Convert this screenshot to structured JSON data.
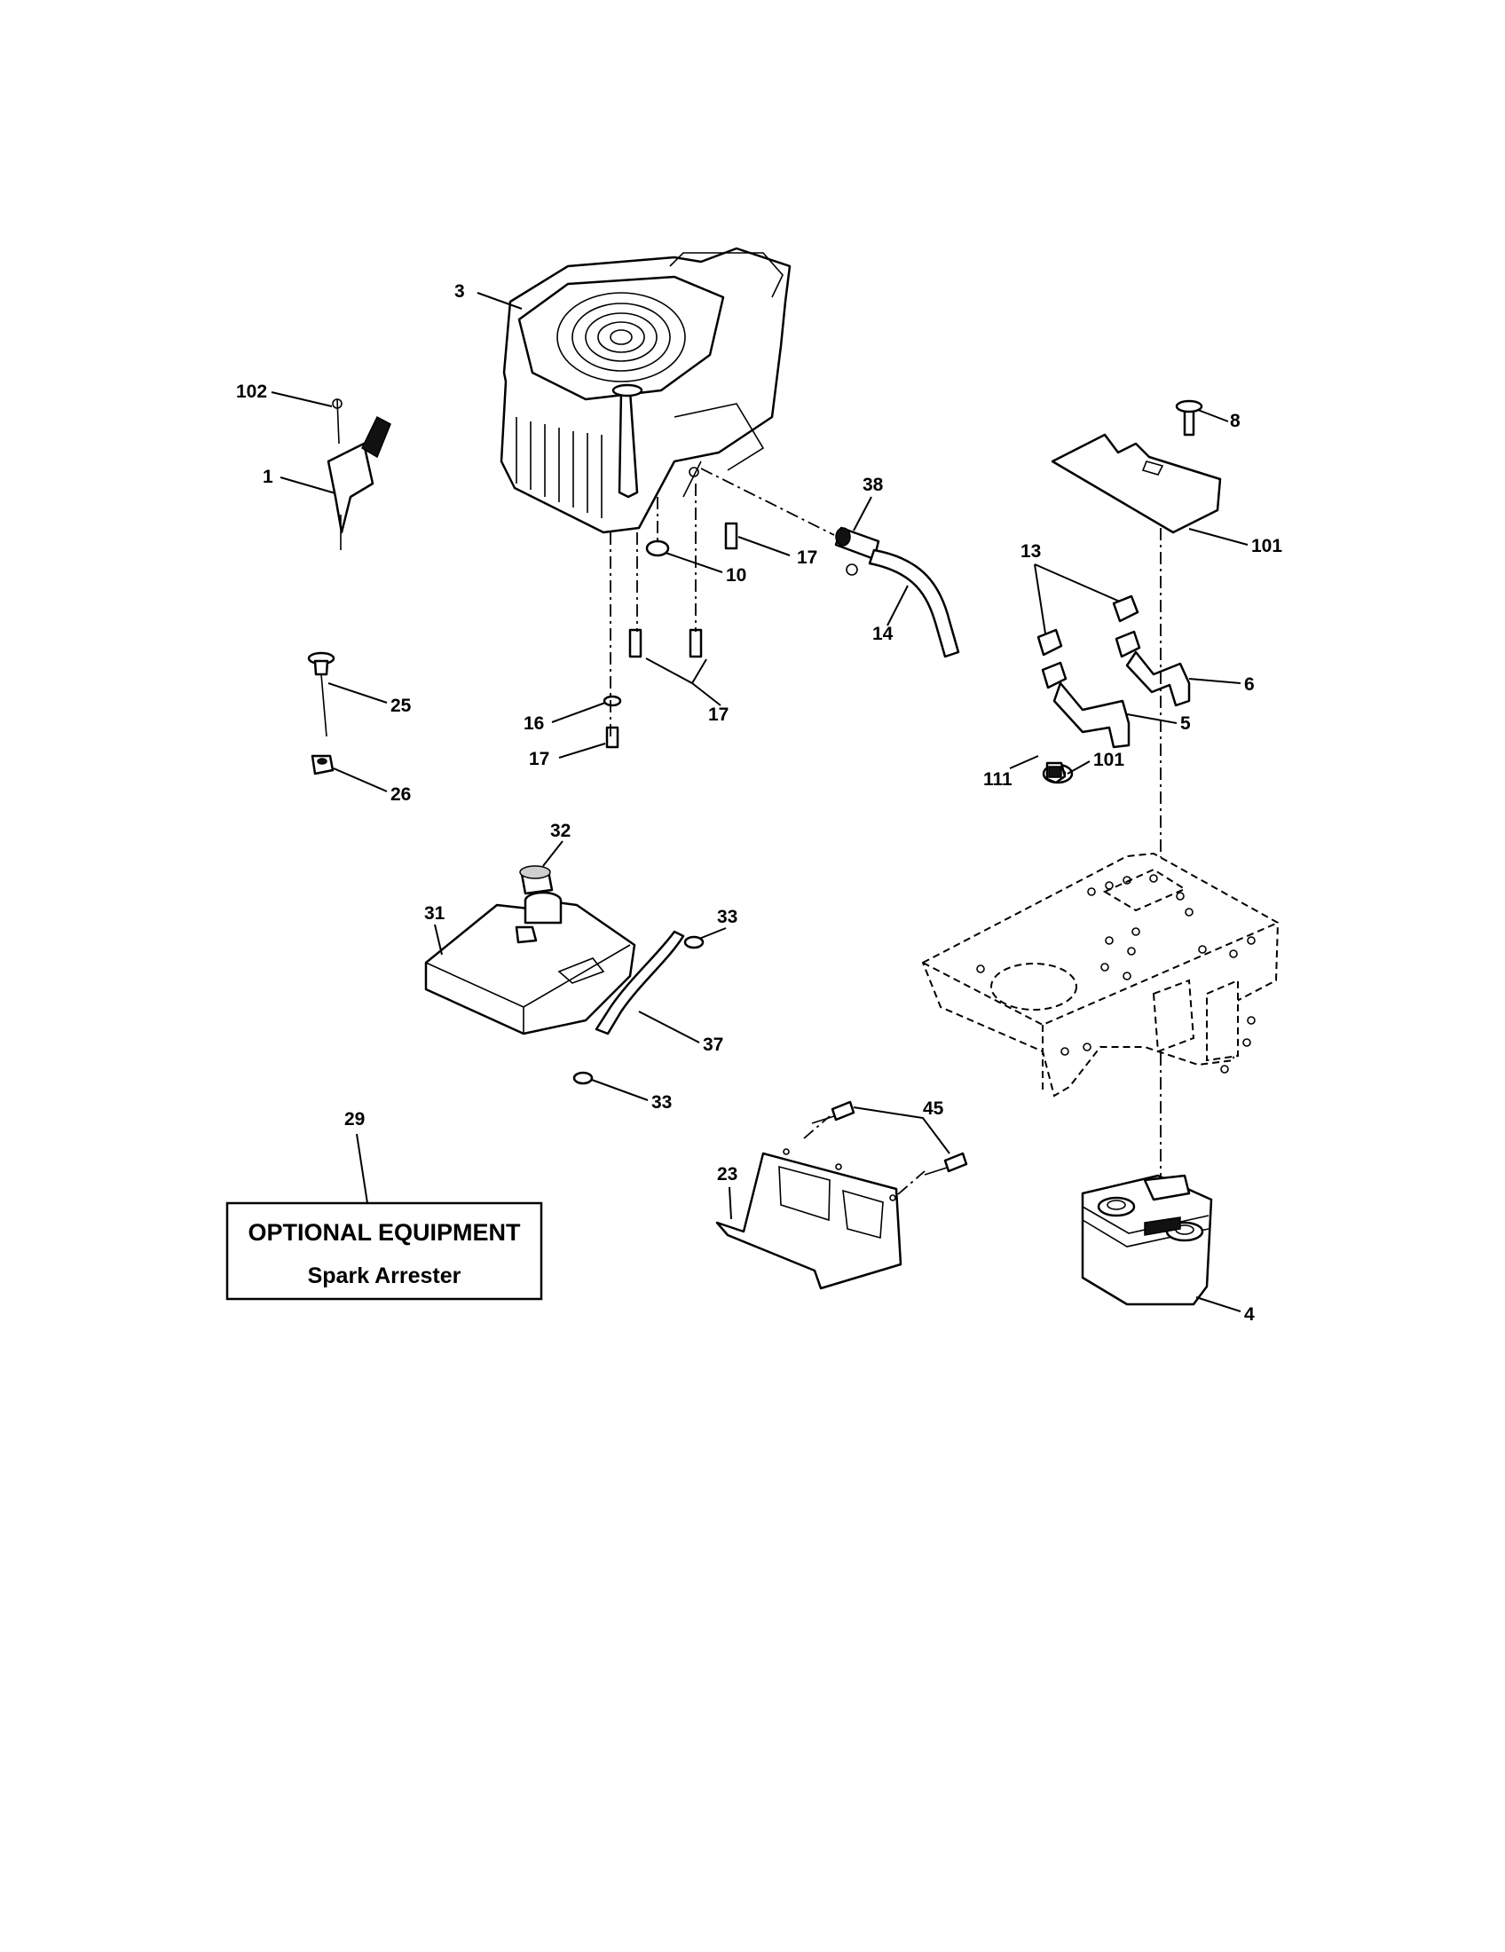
{
  "callouts": [
    "3",
    "102",
    "1",
    "8",
    "38",
    "17",
    "101",
    "10",
    "13",
    "14",
    "6",
    "25",
    "17",
    "16",
    "17",
    "5",
    "111",
    "101",
    "26",
    "32",
    "31",
    "33",
    "37",
    "33",
    "29",
    "45",
    "23",
    "4"
  ],
  "optional_box": {
    "title": "OPTIONAL EQUIPMENT",
    "subtitle": "Spark Arrester"
  }
}
